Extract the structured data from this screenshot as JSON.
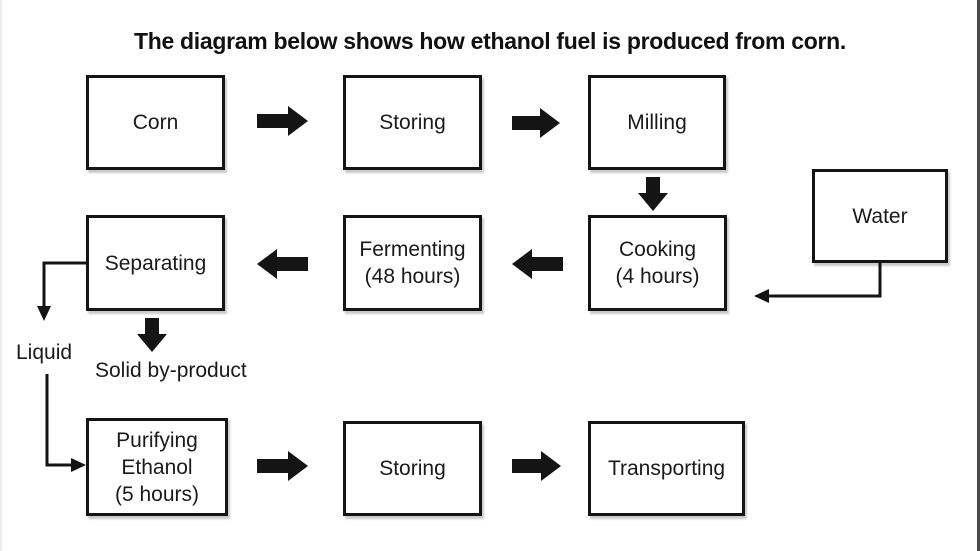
{
  "title": "The diagram below shows how ethanol fuel is produced from corn.",
  "nodes": {
    "corn": {
      "lines": [
        "Corn"
      ]
    },
    "storing1": {
      "lines": [
        "Storing"
      ]
    },
    "milling": {
      "lines": [
        "Milling"
      ]
    },
    "water": {
      "lines": [
        "Water"
      ]
    },
    "separating": {
      "lines": [
        "Separating"
      ]
    },
    "fermenting": {
      "lines": [
        "Fermenting",
        "(48 hours)"
      ]
    },
    "cooking": {
      "lines": [
        "Cooking",
        "(4 hours)"
      ]
    },
    "purifying": {
      "lines": [
        "Purifying",
        "Ethanol",
        "(5 hours)"
      ]
    },
    "storing2": {
      "lines": [
        "Storing"
      ]
    },
    "transporting": {
      "lines": [
        "Transporting"
      ]
    }
  },
  "labels": {
    "liquid": "Liquid",
    "solid_byproduct": "Solid by-product"
  },
  "colors": {
    "ink": "#1a1a1a",
    "background": "#ffffff",
    "right_edge_line": "#4a4a4a"
  }
}
